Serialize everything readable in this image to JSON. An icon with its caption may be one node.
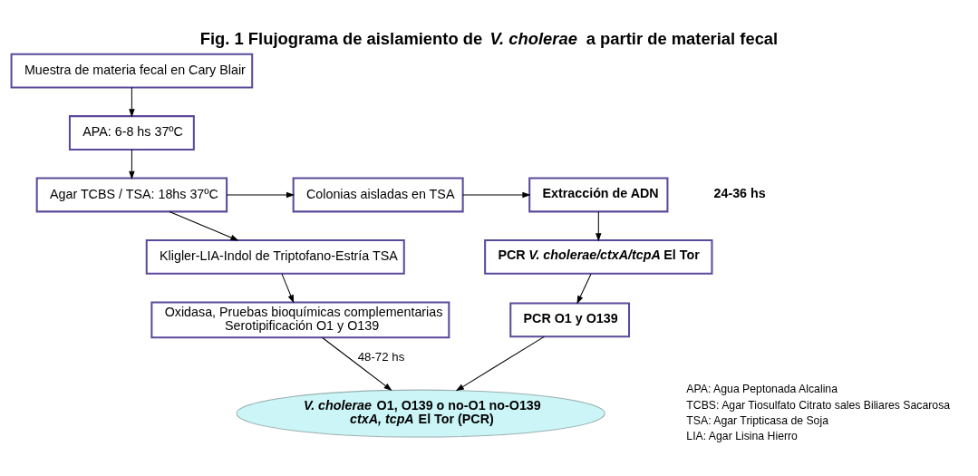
{
  "diagram": {
    "title": "Fig. 1 Flujograma de aislamiento de *V. cholerae* a partir de material fecal",
    "nodes": [
      {
        "text": [
          "Muestra de materia fecal en Cary Blair"
        ]
      },
      {
        "text": [
          "APA: 6-8 hs 37ºC"
        ]
      },
      {
        "text": [
          "Agar TCBS / TSA: 18hs 37ºC"
        ]
      },
      {
        "text": [
          "Colonias aisladas en TSA"
        ]
      },
      {
        "text": [
          "Extracción de ADN"
        ]
      },
      {
        "text": [
          "Kligler-LIA-Indol de Triptofano-Estría TSA"
        ]
      },
      {
        "text": [
          "PCR *V. cholerae/ctxA/tcpA* El Tor"
        ],
        "beside": [
          "24-36 hs"
        ]
      },
      {
        "text": [
          "Oxidasa, Pruebas bioquímicas complementarias",
          "Serotipificación O1 y O139"
        ]
      },
      {
        "text": [
          "PCR O1 y O139"
        ]
      },
      {
        "text": [
          "*V. cholerae* O1, O139 o no-O1 no-O139",
          "*ctxA, tcpA* El Tor (PCR)"
        ]
      }
    ],
    "edges": [
      {
        "from": 0,
        "to": 1,
        "arrow": "to"
      },
      {
        "from": 1,
        "to": 2,
        "arrow": "to"
      },
      {
        "from": 2,
        "to": 3,
        "arrow": "to"
      },
      {
        "from": 3,
        "to": 4,
        "arrow": "to"
      },
      {
        "from": 2,
        "to": 5,
        "arrow": "to"
      },
      {
        "from": 4,
        "to": 6,
        "arrow": "to"
      },
      {
        "from": 5,
        "to": 7,
        "arrow": "to"
      },
      {
        "from": 6,
        "to": 8,
        "arrow": "to"
      },
      {
        "from": 7,
        "to": 9,
        "arrow": "to",
        "label": "48-72 hs"
      },
      {
        "from": 8,
        "to": 9,
        "arrow": "to"
      }
    ],
    "labels": [
      "APA: Agua Peptonada Alcalina",
      "TCBS: Agar Tiosulfato Citrato sales Biliares Sacarosa",
      "TSA: Agar Tripticasa de Soja",
      "LIA: Agar Lisina Hierro"
    ]
  }
}
